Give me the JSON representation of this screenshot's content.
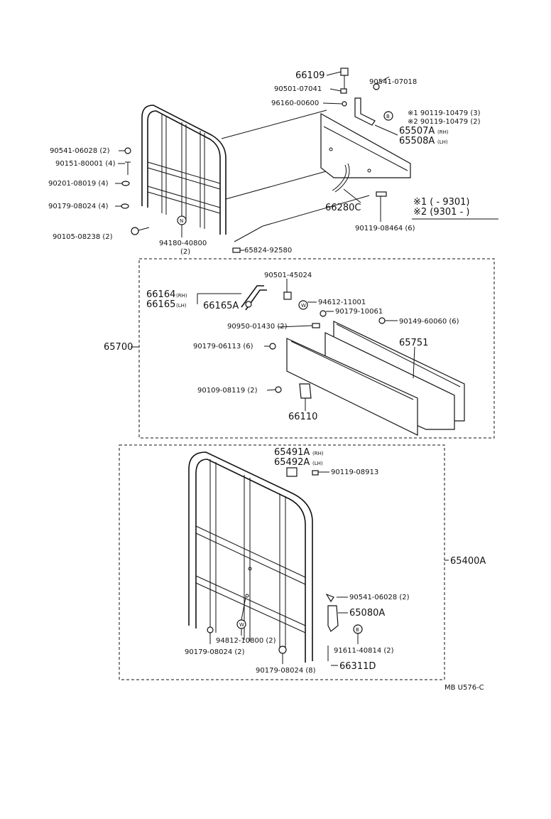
{
  "labels": {
    "p66109": "66109",
    "p90501_07041": "90501-07041",
    "p90541_07018": "90541-07018",
    "p96160": "96160-00600",
    "p90119_10479_3": "※1 90119-10479 (3)",
    "p90119_10479_2": "※2 90119-10479 (2)",
    "p65507A": "65507A",
    "p65508A": "65508A",
    "rh": "(RH)",
    "lh": "(LH)",
    "p90541_06028_2": "90541-06028 (2)",
    "p90151": "90151-80001 (4)",
    "p90201": "90201-08019 (4)",
    "p90179_08024_4": "90179-08024 (4)",
    "p66280C": "66280C",
    "p90119_08464": "90119-08464 (6)",
    "note1": "※1 (       - 9301)",
    "note2": "※2 (9301 -       )",
    "p90105": "90105-08238 (2)",
    "p94180": "94180-40800",
    "p94180_qty": "(2)",
    "p65824": "65824-92580",
    "p90501_45024": "90501-45024",
    "p66164": "66164",
    "p66165": "66165",
    "p66165A": "66165A",
    "p94612": "94612-11001",
    "p90179_10061": "90179-10061",
    "p90950": "90950-01430 (2)",
    "p90149": "90149-60060 (6)",
    "p65700": "65700",
    "p90179_06113": "90179-06113 (6)",
    "p65751": "65751",
    "p90109": "90109-08119 (2)",
    "p66110": "66110",
    "p65491A": "65491A",
    "p65492A": "65492A",
    "p90119_08913": "90119-08913",
    "p65400A": "65400A",
    "p90541_06028_b": "90541-06028 (2)",
    "p65080A": "65080A",
    "p94812": "94812-10800 (2)",
    "p90179_08024_2": "90179-08024 (2)",
    "p91611": "91611-40814 (2)",
    "p90179_08024_8": "90179-08024 (8)",
    "p66311D": "66311D",
    "ref": "MB U576-C",
    "mark_b": "B",
    "mark_n": "N",
    "mark_w": "W"
  }
}
